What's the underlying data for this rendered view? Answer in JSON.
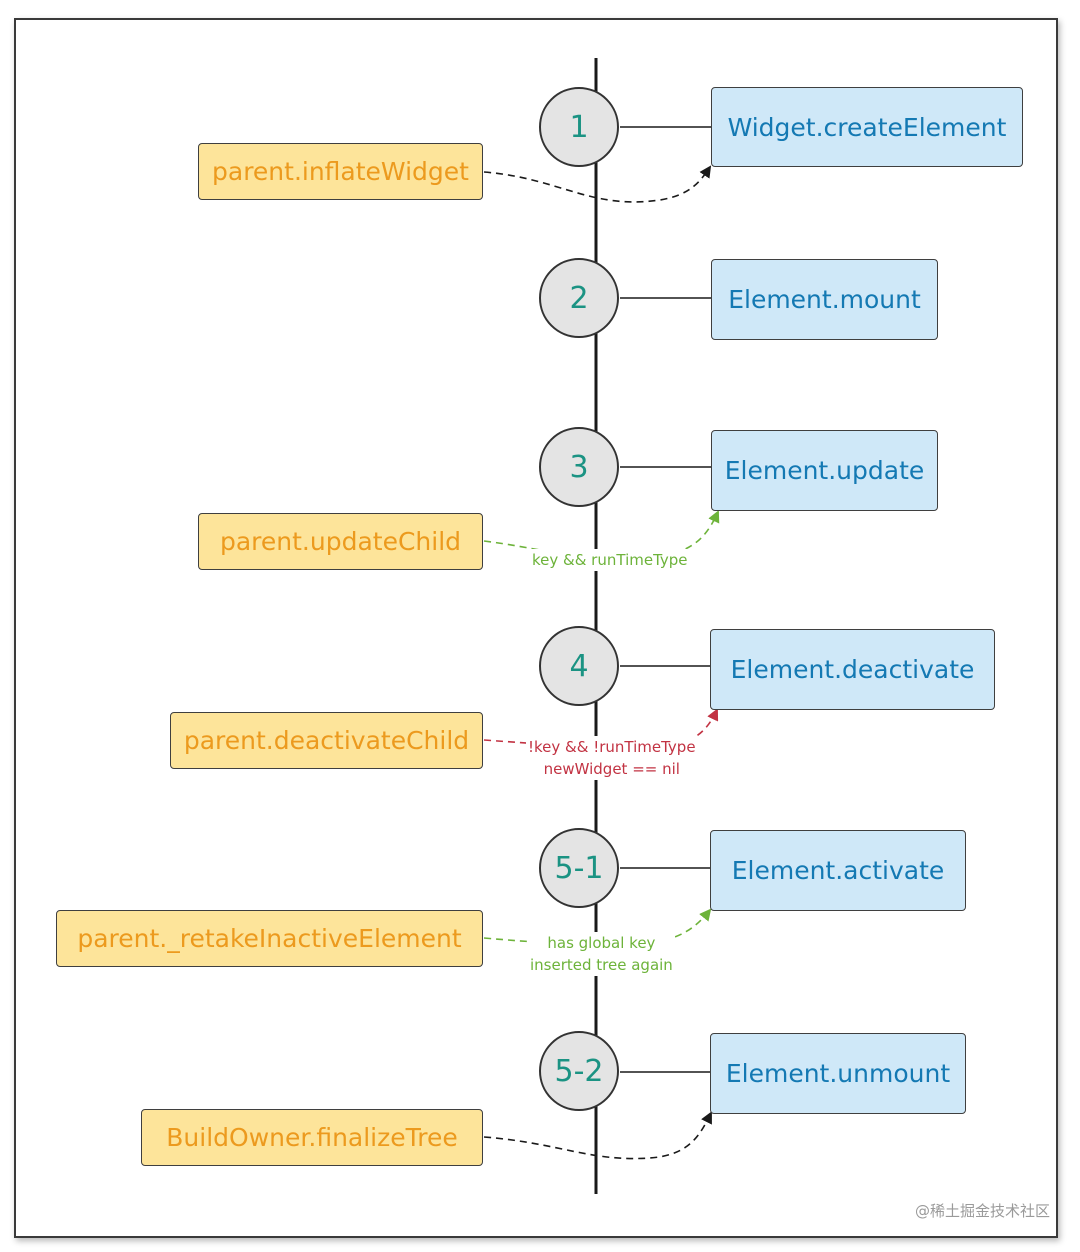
{
  "steps": [
    {
      "number": "1",
      "target": "Widget.createElement",
      "source": "parent.inflateWidget",
      "condition": []
    },
    {
      "number": "2",
      "target": "Element.mount",
      "source": "",
      "condition": []
    },
    {
      "number": "3",
      "target": "Element.update",
      "source": "parent.updateChild",
      "condition": [
        "key && runTimeType"
      ]
    },
    {
      "number": "4",
      "target": "Element.deactivate",
      "source": "parent.deactivateChild",
      "condition": [
        "!key && !runTimeType",
        "newWidget == nil"
      ]
    },
    {
      "number": "5-1",
      "target": "Element.activate",
      "source": "parent._retakeInactiveElement",
      "condition": [
        "has global key",
        "inserted tree again"
      ]
    },
    {
      "number": "5-2",
      "target": "Element.unmount",
      "source": "BuildOwner.finalizeTree",
      "condition": []
    }
  ],
  "watermark": "@稀土掘金技术社区",
  "colors": {
    "timeline": "#1a1a1a",
    "circle_fill": "#e4e4e4",
    "step_number": "#1b9383",
    "method_box_fill": "#cfe8f8",
    "method_text": "#1479b3",
    "caller_box_fill": "#fde49a",
    "caller_text": "#ec9a1e",
    "condition_green": "#6db33a",
    "condition_red": "#c23343",
    "arrow_plain": "#1a1a1a"
  }
}
